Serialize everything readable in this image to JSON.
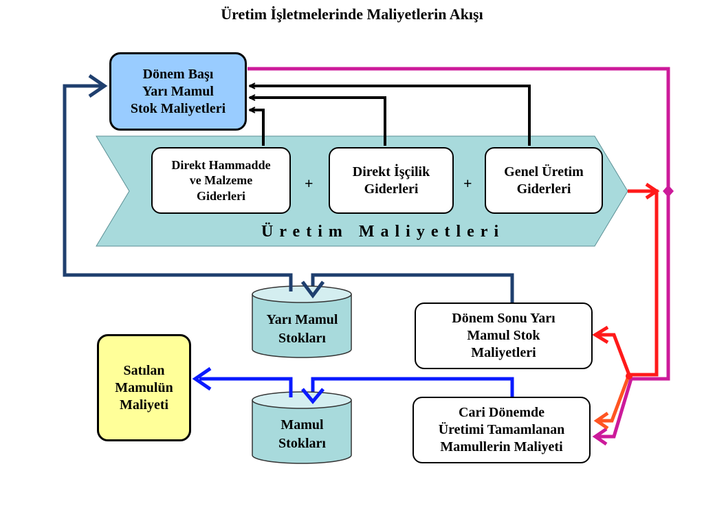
{
  "title": "Üretim İşletmelerinde Maliyetlerin Akışı",
  "boxes": {
    "start_wip": "Dönem Başı\nYarı  Mamul\nStok Maliyetleri",
    "direct_material": "Direkt Hammadde\nve Malzeme\nGiderleri",
    "direct_labor": "Direkt İşçilik\nGiderleri",
    "overhead": "Genel Üretim\nGiderleri",
    "end_wip": "Dönem Sonu    Yarı\nMamul Stok\nMaliyetleri",
    "completed": "Cari Dönemde\nÜretimi Tamamlanan\nMamullerin Maliyeti",
    "cogs": "Satılan\nMamulün\nMaliyeti"
  },
  "plus_sign": "+",
  "band_label": "Üretim Maliyetleri",
  "stores": {
    "wip": "Yarı Mamul\nStokları",
    "finished": "Mamul\nStokları"
  },
  "colors": {
    "band_fill": "#a8dadc",
    "start_fill": "#99ccff",
    "cogs_fill": "#ffff99",
    "cylinder_fill": "#a8dadc",
    "navy_arrow": "#1f3f6e",
    "blue_arrow": "#0a1aff",
    "magenta_arrow": "#cc1a9a",
    "red_arrow": "#ff1a1a",
    "orange_arrow": "#ff5522"
  }
}
